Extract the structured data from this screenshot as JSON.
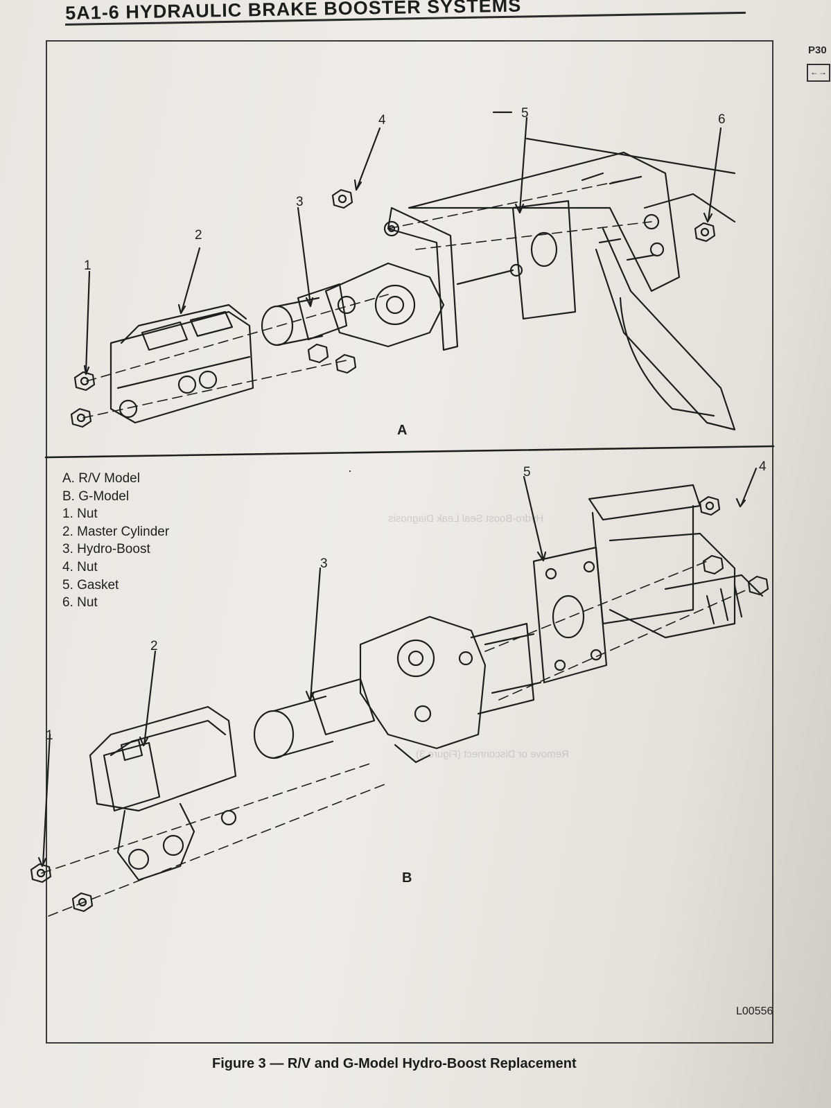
{
  "header": {
    "title": "5A1-6 HYDRAULIC BRAKE BOOSTER SYSTEMS"
  },
  "margin": {
    "page_code": "P30",
    "arrow_glyph": "←→"
  },
  "legend": [
    "A. R/V Model",
    "B. G-Model",
    "1. Nut",
    "2. Master Cylinder",
    "3. Hydro-Boost",
    "4. Nut",
    "5. Gasket",
    "6. Nut"
  ],
  "view_a": {
    "label": "A",
    "callouts": {
      "c1": "1",
      "c2": "2",
      "c3": "3",
      "c4": "4",
      "c5": "5",
      "c6": "6"
    }
  },
  "view_b": {
    "label": "B",
    "callouts": {
      "c1": "1",
      "c2": "2",
      "c3": "3",
      "c4": "4",
      "c5": "5"
    }
  },
  "figure_code": "L00556",
  "caption": "Figure 3 — R/V and G-Model Hydro-Boost Replacement",
  "colors": {
    "ink": "#1e1e1e",
    "paper": "#ece9e3"
  }
}
